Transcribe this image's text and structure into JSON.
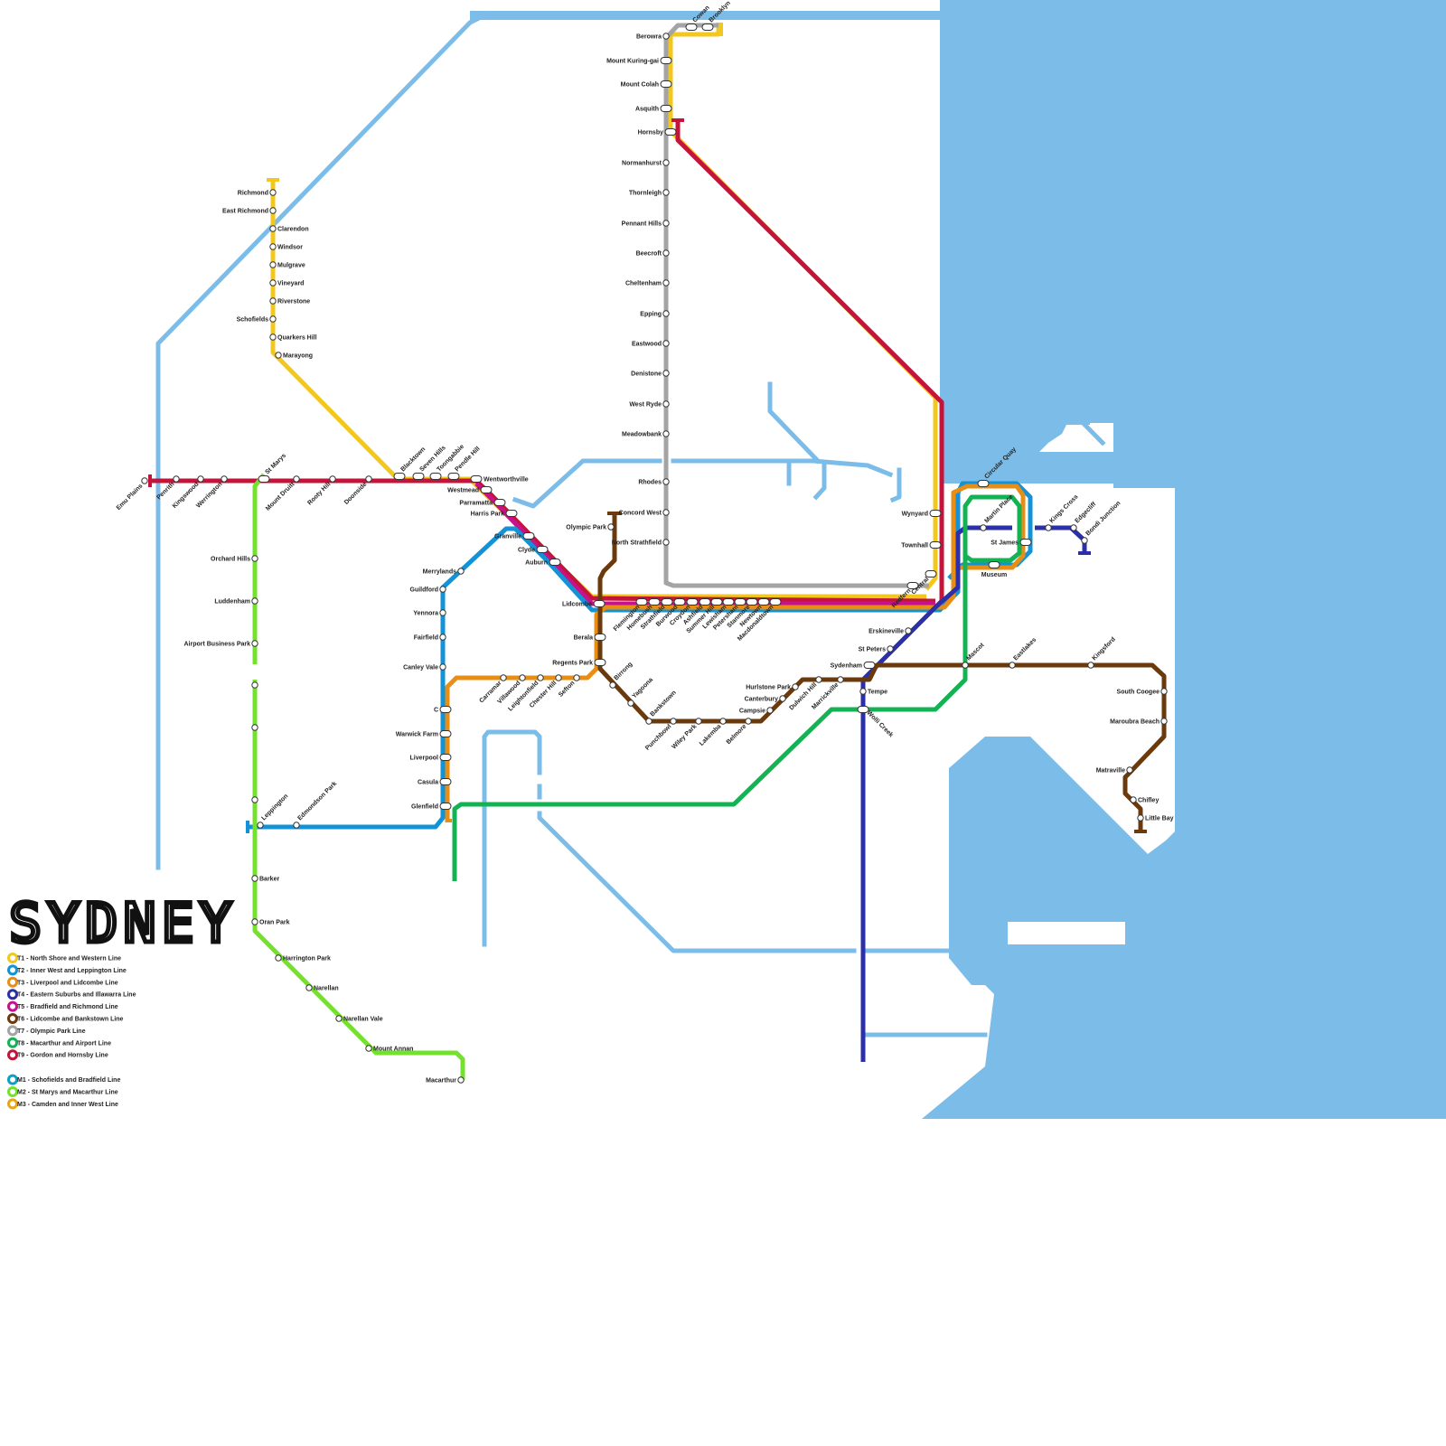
{
  "title": "SYDNEY",
  "colors": {
    "water": "#7bbde8",
    "T1": "#f2c81e",
    "T2": "#1393d5",
    "T3": "#e88e14",
    "T4": "#2b2fa8",
    "T5": "#c4138d",
    "T6": "#6b3a0c",
    "T7": "#a4a4a4",
    "T8": "#13b253",
    "T9": "#c4143a",
    "M1": "#0fa0c8",
    "M2": "#74e22c",
    "M3": "#e8a614"
  },
  "legend": [
    {
      "code": "T1",
      "label": "T1 - North Shore and Western Line"
    },
    {
      "code": "T2",
      "label": "T2 - Inner West and Leppington Line"
    },
    {
      "code": "T3",
      "label": "T3 - Liverpool and Lidcombe Line"
    },
    {
      "code": "T4",
      "label": "T4 - Eastern Suburbs and Illawarra Line"
    },
    {
      "code": "T5",
      "label": "T5 - Bradfield and Richmond Line"
    },
    {
      "code": "T6",
      "label": "T6 - Lidcombe and Bankstown Line"
    },
    {
      "code": "T7",
      "label": "T7 - Olympic Park Line"
    },
    {
      "code": "T8",
      "label": "T8 - Macarthur and Airport Line"
    },
    {
      "code": "T9",
      "label": "T9 - Gordon and Hornsby Line"
    },
    {
      "code": "M1",
      "label": "M1 - Schofields and Bradfield Line"
    },
    {
      "code": "M2",
      "label": "M2 - St Marys and Macarthur Line"
    },
    {
      "code": "M3",
      "label": "M3 - Camden and Inner West Line"
    }
  ],
  "stations": {
    "berowra": "Berowra",
    "cowan": "Cowan",
    "brooklyn": "Brooklyn",
    "mount_kuring_gai": "Mount Kuring-gai",
    "mount_colah": "Mount Colah",
    "asquith": "Asquith",
    "hornsby": "Hornsby",
    "normanhurst": "Normanhurst",
    "thornleigh": "Thornleigh",
    "pennant_hills": "Pennant Hills",
    "beecroft": "Beecroft",
    "cheltenham": "Cheltenham",
    "epping": "Epping",
    "eastwood": "Eastwood",
    "denistone": "Denistone",
    "west_ryde": "West Ryde",
    "meadowbank": "Meadowbank",
    "rhodes": "Rhodes",
    "concord_west": "Concord West",
    "north_strathfield": "North Strathfield",
    "richmond": "Richmond",
    "east_richmond": "East Richmond",
    "clarendon": "Clarendon",
    "windsor": "Windsor",
    "mulgrave": "Mulgrave",
    "vineyard": "Vineyard",
    "riverstone": "Riverstone",
    "schofields": "Schofields",
    "quakers_hill": "Quarkers Hill",
    "marayong": "Marayong",
    "emu_plains": "Emu Plains",
    "penrith": "Penrith",
    "kingswood": "Kingswood",
    "werrington": "Werrington",
    "st_marys": "St Marys",
    "mount_druitt": "Mount Druitt",
    "rooty_hill": "Rooty Hill",
    "doonside": "Doonside",
    "blacktown": "Blacktown",
    "seven_hills": "Seven Hills",
    "toongabbie": "Toongabbie",
    "pendle_hill": "Pendle Hill",
    "wentworthville": "Wentworthville",
    "westmead": "Westmead",
    "parramatta": "Parramatta",
    "harris_park": "Harris Park",
    "granville": "Granville",
    "clyde": "Clyde",
    "auburn": "Auburn",
    "lidcombe": "Lidcombe",
    "olympic_park": "Olympic Park",
    "flemington": "Flemington",
    "homebush": "Homebush",
    "strathfield": "Strathfield",
    "burwood": "Burwood",
    "croydon": "Croydon",
    "ashfield": "Ashfield",
    "summer_hill": "Summer Hill",
    "lewisham": "Lewisham",
    "petersham": "Petersham",
    "stanmore": "Stanmore",
    "newtown": "Newtown",
    "macdonaldtown": "Macdonaldtown",
    "redfern": "Redfern",
    "central": "Central",
    "townhall": "Townhall",
    "wynyard": "Wynyard",
    "circular_quay": "Circular Quay",
    "martin_place": "Martin Place",
    "st_james": "St James",
    "museum": "Museum",
    "kings_cross": "Kings Cross",
    "edgecliff": "Edgecliff",
    "bondi_junction": "Bondi Junction",
    "erskineville": "Erskineville",
    "st_peters": "St Peters",
    "sydenham": "Sydenham",
    "tempe": "Tempe",
    "wolli_creek": "Wolli Creek",
    "mascot": "Mascot",
    "eastlakes": "Eastlakes",
    "kingsford": "Kingsford",
    "south_coogee": "South Coogee",
    "maroubra_beach": "Maroubra Beach",
    "matraville": "Matraville",
    "chifley": "Chifley",
    "little_bay": "Little Bay",
    "marrickville": "Marrickville",
    "dulwich_hill": "Dulwich Hill",
    "hurlstone_park": "Hurlstone Park",
    "canterbury": "Canterbury",
    "campsie": "Campsie",
    "belmore": "Belmore",
    "lakemba": "Lakemba",
    "wiley_park": "Wiley Park",
    "punchbowl": "Punchbowl",
    "bankstown": "Bankstown",
    "yagoona": "Yagoona",
    "birrong": "Birrong",
    "regents_park": "Regents Park",
    "berala": "Berala",
    "sefton": "Sefton",
    "chester_hill": "Chester Hill",
    "leightonfield": "Leightonfield",
    "villawood": "Villawood",
    "carramar": "Carramar",
    "merrylands": "Merrylands",
    "guildford": "Guildford",
    "yennora": "Yennora",
    "fairfield": "Fairfield",
    "canley_vale": "Canley Vale",
    "cabramatta": "C",
    "warwick_farm": "Warwick Farm",
    "liverpool": "Liverpool",
    "casula": "Casula",
    "glenfield": "Glenfield",
    "leppington": "Leppington",
    "edmondson_park": "Edmondson Park",
    "orchard_hills": "Orchard Hills",
    "luddenham": "Luddenham",
    "airport_business_park": "Airport Business Park",
    "barker": "Barker",
    "oran_park": "Oran Park",
    "harrington_park": "Harrington Park",
    "narellan": "Narellan",
    "narellan_vale": "Narellan Vale",
    "mount_annan": "Mount Annan",
    "macarthur": "Macarthur"
  }
}
